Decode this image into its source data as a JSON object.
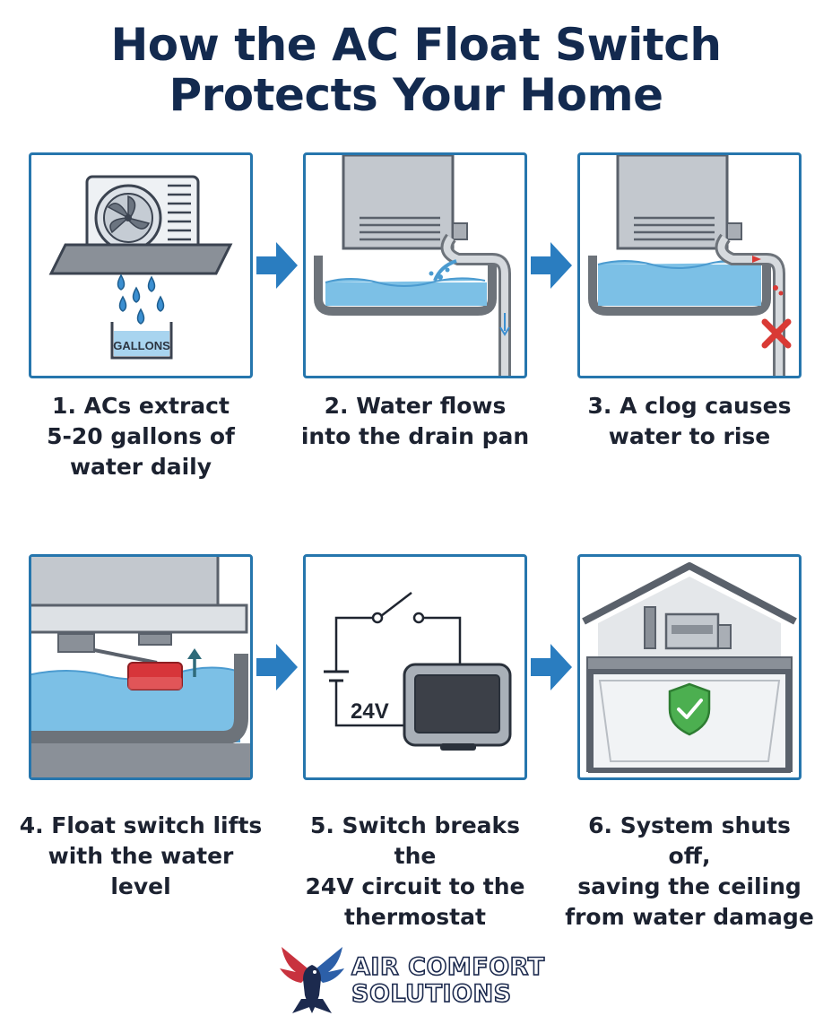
{
  "title": {
    "line1": "How the AC Float Switch",
    "line2": "Protects Your Home"
  },
  "steps": [
    {
      "lines": [
        "1. ACs extract",
        "5-20 gallons of",
        "water daily"
      ],
      "bucket_label": "GALLONS"
    },
    {
      "lines": [
        "2. Water flows",
        "into the drain pan"
      ]
    },
    {
      "lines": [
        "3. A clog causes",
        "water to rise"
      ]
    },
    {
      "lines": [
        "4. Float switch lifts",
        "with the water level"
      ]
    },
    {
      "lines": [
        "5. Switch breaks the",
        "24V circuit to the",
        "thermostat"
      ],
      "voltage_label": "24V"
    },
    {
      "lines": [
        "6. System shuts off,",
        "saving the ceiling",
        "from water damage"
      ]
    }
  ],
  "brand": {
    "line1": "AIR COMFORT",
    "line2": "SOLUTIONS"
  },
  "colors": {
    "title": "#132a4f",
    "panel_border": "#2676ad",
    "arrow": "#2a7dc0",
    "water": "#6fb8e2",
    "gray": "#7d8187",
    "clog_red": "#d93a35",
    "float_red": "#d7353a",
    "shield_green": "#4caf50"
  },
  "icons": [
    "fan-icon",
    "water-drop-icon",
    "bucket-icon",
    "drain-pan-icon",
    "pipe-icon",
    "clog-x-icon",
    "float-switch-icon",
    "up-arrow-icon",
    "switch-icon",
    "battery-icon",
    "thermostat-icon",
    "house-icon",
    "shield-check-icon",
    "eagle-logo-icon"
  ]
}
